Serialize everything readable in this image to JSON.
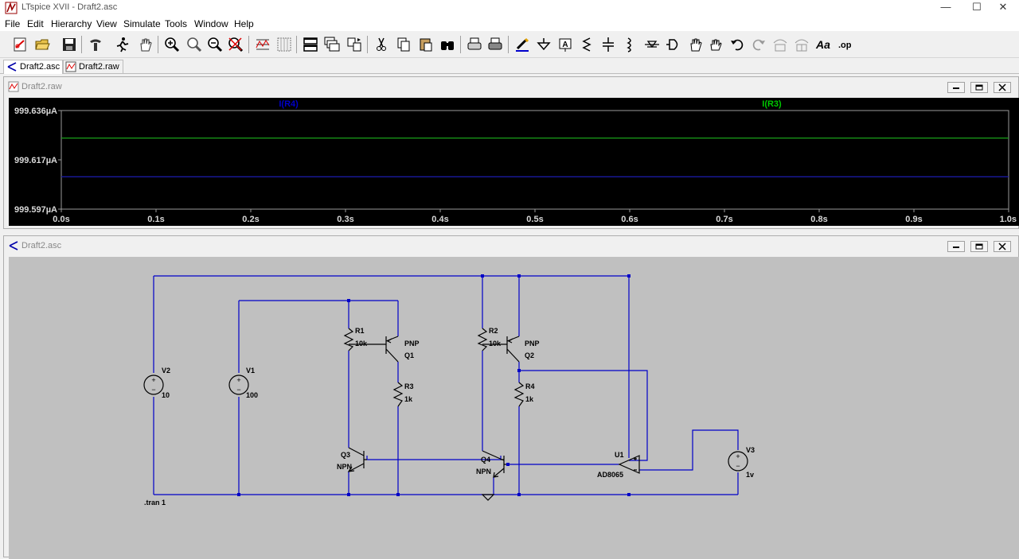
{
  "window": {
    "title": "LTspice XVII - Draft2.asc",
    "minimize": "—",
    "maximize": "☐",
    "close": "✕"
  },
  "menu": [
    "File",
    "Edit",
    "Hierarchy",
    "View",
    "Simulate",
    "Tools",
    "Window",
    "Help"
  ],
  "tabs": [
    {
      "label": "Draft2.asc",
      "icon": "schematic-icon",
      "active": true
    },
    {
      "label": "Draft2.raw",
      "icon": "waveform-icon",
      "active": false
    }
  ],
  "waveform_window": {
    "title": "Draft2.raw",
    "traces": [
      {
        "name": "I(R4)",
        "color": "#0000c8"
      },
      {
        "name": "I(R3)",
        "color": "#00c800"
      }
    ]
  },
  "chart_data": {
    "type": "line",
    "x_unit": "s",
    "xlim": [
      0.0,
      1.0
    ],
    "ylim": [
      999.597,
      999.636
    ],
    "y_unit": "µA",
    "y_ticks": [
      "999.636µA",
      "999.617µA",
      "999.597µA"
    ],
    "x_ticks": [
      "0.0s",
      "0.1s",
      "0.2s",
      "0.3s",
      "0.4s",
      "0.5s",
      "0.6s",
      "0.7s",
      "0.8s",
      "0.9s",
      "1.0s"
    ],
    "grid": false,
    "series": [
      {
        "name": "I(R4)",
        "color": "#1a1aa0",
        "x": [
          0.0,
          1.0
        ],
        "values": [
          999.6098,
          999.6098
        ]
      },
      {
        "name": "I(R3)",
        "color": "#19a019",
        "x": [
          0.0,
          1.0
        ],
        "values": [
          999.6251,
          999.6251
        ]
      }
    ]
  },
  "schematic_window": {
    "title": "Draft2.asc",
    "directive": ".tran 1",
    "components": {
      "V2": {
        "name": "V2",
        "value": "10"
      },
      "V1": {
        "name": "V1",
        "value": "100"
      },
      "V3": {
        "name": "V3",
        "value": "1v"
      },
      "R1": {
        "name": "R1",
        "value": "10k"
      },
      "R2": {
        "name": "R2",
        "value": "10k"
      },
      "R3": {
        "name": "R3",
        "value": "1k"
      },
      "R4": {
        "name": "R4",
        "value": "1k"
      },
      "Q1": {
        "name": "Q1",
        "type": "PNP"
      },
      "Q2": {
        "name": "Q2",
        "type": "PNP"
      },
      "Q3": {
        "name": "Q3",
        "type": "NPN"
      },
      "Q4": {
        "name": "Q4",
        "type": "NPN"
      },
      "U1": {
        "name": "U1",
        "model": "AD8065"
      }
    }
  },
  "toolbar": [
    "new-schematic-icon",
    "open-icon",
    "save-icon",
    "control-panel-icon",
    "run-icon",
    "halt-icon",
    "zoom-in-icon",
    "zoom-pan-icon",
    "zoom-out-icon",
    "zoom-fit-icon",
    "autorange-icon",
    "grid-icon",
    "tile-horizontal-icon",
    "cascade-icon",
    "tile-vertical-icon",
    "cut-icon",
    "copy-icon",
    "paste-icon",
    "find-icon",
    "print-icon",
    "print-setup-icon",
    "wire-icon",
    "ground-icon",
    "label-icon",
    "resistor-icon",
    "capacitor-icon",
    "inductor-icon",
    "diode-icon",
    "component-icon",
    "move-icon",
    "drag-icon",
    "undo-icon",
    "redo-icon",
    "rotate-icon",
    "mirror-icon",
    "text-icon",
    "spice-directive-icon"
  ]
}
